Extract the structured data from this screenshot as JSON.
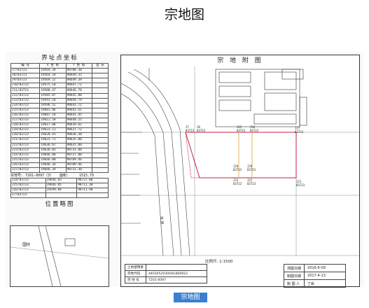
{
  "page": {
    "title": "宗地图",
    "caption": "宗地图"
  },
  "coords": {
    "title": "界址点坐标",
    "headers": [
      "编 号",
      "X 坐 标",
      "Y 坐 标",
      "边 长"
    ],
    "rows": [
      [
        "J7/03723",
        "19564.34",
        "98708.30",
        ""
      ],
      [
        "J8/03723",
        "19564.34",
        "98649.32",
        ""
      ],
      [
        "J9/03723",
        "19569.22",
        "98649.39",
        ""
      ],
      [
        "J10/03723",
        "19575.10",
        "98647.71",
        ""
      ],
      [
        "J11/03723",
        "19580.47",
        "98646.78",
        ""
      ],
      [
        "J12/03723",
        "19585.87",
        "98645.80",
        ""
      ],
      [
        "J13/03723",
        "19591.18",
        "98644.79",
        ""
      ],
      [
        "J14/03723",
        "19596.52",
        "98643.72",
        ""
      ],
      [
        "J15/03723",
        "19601.86",
        "98642.61",
        ""
      ],
      [
        "J16/03723",
        "19607.18",
        "98641.45",
        ""
      ],
      [
        "J17/03723",
        "19612.50",
        "98640.25",
        ""
      ],
      [
        "J18/03723",
        "19617.80",
        "98639.01",
        ""
      ],
      [
        "J19/03723",
        "19623.11",
        "98637.72",
        ""
      ],
      [
        "J20/03723",
        "19628.41",
        "98636.38",
        ""
      ],
      [
        "J21/03723",
        "19633.71",
        "98635.00",
        ""
      ],
      [
        "J22/03723",
        "19636.07",
        "98635.00",
        ""
      ],
      [
        "J23/03723",
        "19636.03",
        "98731.88",
        ""
      ],
      [
        "J24/03723",
        "19646.00",
        "98727.80",
        ""
      ],
      [
        "J25/03723",
        "19646.00",
        "98789.46",
        ""
      ],
      [
        "J26/03723",
        "19646.34",
        "98789.46",
        ""
      ],
      [
        "J27/03723",
        "19646.34",
        "98731.30",
        ""
      ]
    ],
    "area_label": "宗地号: 7201-0097（3）",
    "area_name": "面积:",
    "area_value": "1515.79",
    "extra_rows": [
      [
        "J24/03723",
        "19646.83",
        "98727.80"
      ],
      [
        "J25/03723",
        "19646.85",
        "98711.30"
      ],
      [
        "J26/03723",
        "19599.84",
        "98711.90"
      ],
      [
        "J7/03723",
        "",
        ""
      ]
    ]
  },
  "location": {
    "title": "位置略图",
    "marker": "宗地"
  },
  "map": {
    "title": "宗 地 附 图",
    "road_label": "道 路",
    "points": [
      {
        "id": "J7",
        "sub": "03723"
      },
      {
        "id": "J8",
        "sub": "03723"
      },
      {
        "id": "J25",
        "sub": "03723"
      },
      {
        "id": "J26",
        "sub": "03723"
      },
      {
        "id": "J27",
        "sub": "03723"
      },
      {
        "id": "J28",
        "sub": "03723"
      },
      {
        "id": "J29",
        "sub": "03723"
      },
      {
        "id": "J23",
        "sub": "03723"
      },
      {
        "id": "J22",
        "sub": "03723"
      },
      {
        "id": "J21",
        "sub": "03723"
      }
    ],
    "scale": "比例尺: 1:1500"
  },
  "owner": {
    "rows": [
      [
        "土地使用者",
        ""
      ],
      [
        "宗地代码",
        "440305203004GB00021"
      ],
      [
        "宗 地 号",
        "7201-0097"
      ]
    ]
  },
  "dates": {
    "rows": [
      [
        "测图日期",
        "2016-6-09"
      ],
      [
        "制图日期",
        "2017-4-13"
      ],
      [
        "制 图 人",
        "丁纵"
      ]
    ]
  },
  "colors": {
    "boundary": "#c02040",
    "inner_line": "#e0a030",
    "caption_bg": "#3b7fd0"
  }
}
